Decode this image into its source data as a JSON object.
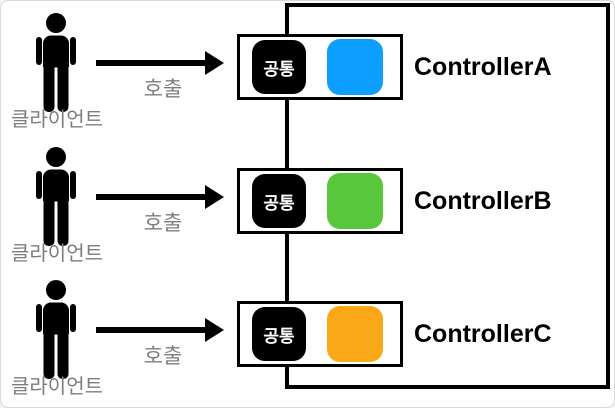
{
  "rows": [
    {
      "client": "클라이언트",
      "call": "호출",
      "common": "공통",
      "controller": "ControllerA",
      "accent": "#0D9EFF",
      "accent_name": "blue"
    },
    {
      "client": "클라이언트",
      "call": "호출",
      "common": "공통",
      "controller": "ControllerB",
      "accent": "#58C73B",
      "accent_name": "green"
    },
    {
      "client": "클라이언트",
      "call": "호출",
      "common": "공통",
      "controller": "ControllerC",
      "accent": "#FBA818",
      "accent_name": "orange"
    }
  ],
  "colors": {
    "frame": "#000000",
    "label_gray": "#7d7d7d",
    "page_border": "#d9d9d9"
  }
}
